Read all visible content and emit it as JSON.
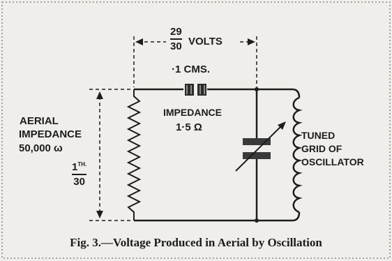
{
  "figure": {
    "caption": "Fig. 3.—Voltage Produced in Aerial by Oscillation"
  },
  "labels": {
    "volts_num": "29",
    "volts_den": "30",
    "volts_unit": "VOLTS",
    "capacitance": "·1 CMS.",
    "impedance_label": "IMPEDANCE",
    "impedance_value": "1·5 Ω",
    "aerial_line1": "AERIAL",
    "aerial_line2": "IMPEDANCE",
    "aerial_line3": "50,000 ω",
    "fraction_num": "1",
    "fraction_sup": "TH.",
    "fraction_den": "30",
    "tuned_line1": "TUNED",
    "tuned_line2": "GRID OF",
    "tuned_line3": "OSCILLATOR"
  },
  "colors": {
    "ink": "#1c1c1c",
    "paper": "#efeeea"
  }
}
